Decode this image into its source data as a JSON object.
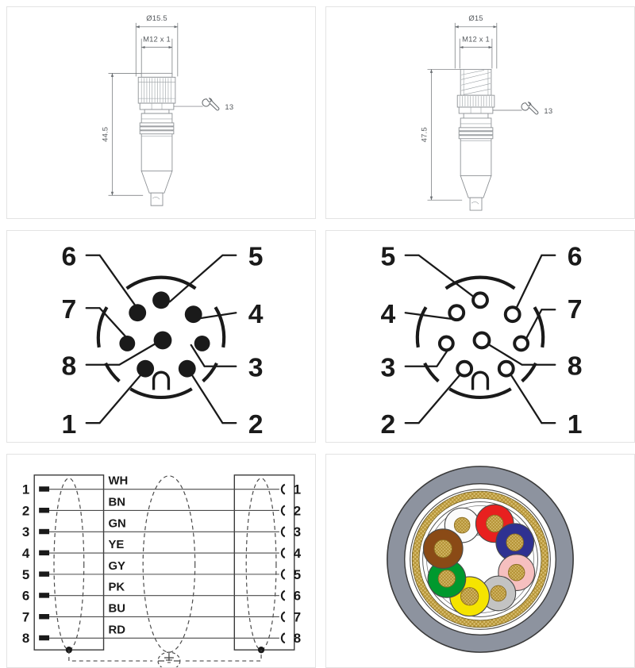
{
  "document": {
    "kind": "technical-datasheet-drawing",
    "subject": "M12 8-pole connector / cordset"
  },
  "panels": {
    "female_drawing": {
      "name": "M12 female straight connector dimensional drawing",
      "dim_outer_diameter": "Ø15.5",
      "dim_thread": "M12 x 1",
      "dim_length": "44.5",
      "tool_size": "13",
      "tool_icon": "wrench-icon"
    },
    "male_drawing": {
      "name": "M12 male straight connector dimensional drawing",
      "dim_outer_diameter": "Ø15",
      "dim_thread": "M12 x 1",
      "dim_length": "47.5",
      "tool_size": "13",
      "tool_icon": "wrench-icon"
    },
    "female_pinout": {
      "name": "M12 8-pole female socket contact arrangement",
      "contact_style": "filled",
      "labels": {
        "top_left": "6",
        "top_right": "5",
        "upper_left": "7",
        "upper_right": "4",
        "lower_left": "8",
        "lower_right": "3",
        "bottom_left": "1",
        "bottom_right": "2"
      }
    },
    "male_pinout": {
      "name": "M12 8-pole male pin contact arrangement",
      "contact_style": "hollow",
      "labels": {
        "top_left": "5",
        "top_right": "6",
        "upper_left": "4",
        "upper_right": "7",
        "lower_left": "3",
        "lower_right": "8",
        "bottom_left": "2",
        "bottom_right": "1"
      }
    },
    "wiring": {
      "name": "wiring schematic",
      "left_header": "",
      "right_header": "",
      "rows": [
        {
          "left_pin": "1",
          "wire": "WH",
          "right_pin": "1"
        },
        {
          "left_pin": "2",
          "wire": "BN",
          "right_pin": "2"
        },
        {
          "left_pin": "3",
          "wire": "GN",
          "right_pin": "3"
        },
        {
          "left_pin": "4",
          "wire": "YE",
          "right_pin": "4"
        },
        {
          "left_pin": "5",
          "wire": "GY",
          "right_pin": "5"
        },
        {
          "left_pin": "6",
          "wire": "PK",
          "right_pin": "6"
        },
        {
          "left_pin": "7",
          "wire": "BU",
          "right_pin": "7"
        },
        {
          "left_pin": "8",
          "wire": "RD",
          "right_pin": "8"
        }
      ],
      "shield_symbol": "earth-ground-icon"
    },
    "cable_section": {
      "name": "cable cross-section",
      "jacket_color": "#8d939f",
      "braid_color": "#c9a84a",
      "wire_colors": [
        {
          "name": "WH",
          "hex": "#fbfbfb"
        },
        {
          "name": "RD",
          "hex": "#e8201f"
        },
        {
          "name": "BU",
          "hex": "#2f3191"
        },
        {
          "name": "PK",
          "hex": "#f6bfbf"
        },
        {
          "name": "GY",
          "hex": "#c3c3c3"
        },
        {
          "name": "YE",
          "hex": "#f5e400"
        },
        {
          "name": "GN",
          "hex": "#00992e"
        },
        {
          "name": "BN",
          "hex": "#8a4a16"
        }
      ]
    }
  }
}
